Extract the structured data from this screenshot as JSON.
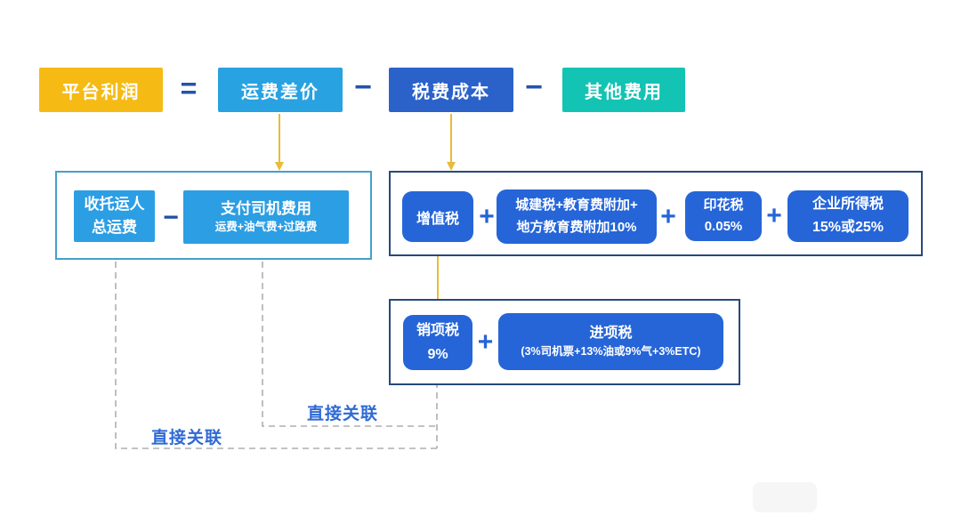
{
  "colors": {
    "profit_box": "#F5BA14",
    "freight_box": "#28A2E1",
    "taxcost_box": "#2A62CA",
    "other_box": "#13C3B3",
    "inner_blue": "#2C9EE4",
    "rounded_blue": "#2565D8",
    "operator": "#2453AE",
    "frame_light": "#44A0CD",
    "frame_dark": "#27497C",
    "arrow": "#E8BC3A",
    "dashed": "#AFAFAF",
    "link_label": "#2F6AD4"
  },
  "formula": {
    "profit": "平台利润",
    "equals": "=",
    "freight_diff": "运费差价",
    "minus": "−",
    "tax_cost": "税费成本",
    "other_cost": "其他费用"
  },
  "freight_group": {
    "consignor_line1": "收托运人",
    "consignor_line2": "总运费",
    "minus": "−",
    "driver_title": "支付司机费用",
    "driver_subtitle": "运费+油气费+过路费"
  },
  "tax_group": {
    "vat": "增值税",
    "plus": "+",
    "surtax_line1": "城建税+教育费附加+",
    "surtax_line2": "地方教育费附加10%",
    "stamp_line1": "印花税",
    "stamp_line2": "0.05%",
    "income_line1": "企业所得税",
    "income_line2": "15%或25%"
  },
  "vat_group": {
    "output_line1": "销项税",
    "output_line2": "9%",
    "plus": "+",
    "input_title": "进项税",
    "input_subtitle": "(3%司机票+13%油或9%气+3%ETC)"
  },
  "links": {
    "label1": "直接关联",
    "label2": "直接关联"
  }
}
